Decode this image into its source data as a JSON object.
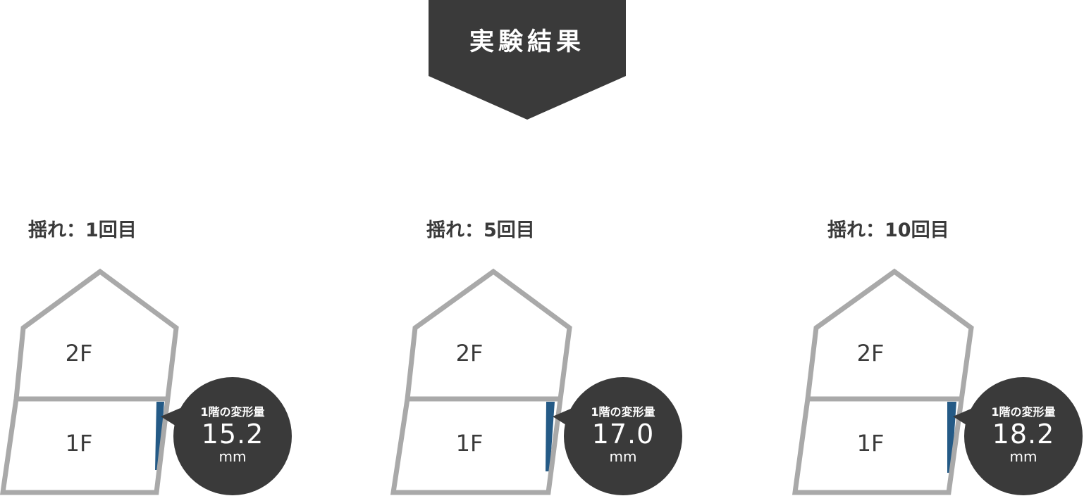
{
  "banner": {
    "title": "実験結果"
  },
  "colors": {
    "dark": "#3a3a3a",
    "outline": "#a9a9a9",
    "deformation": "#245a86"
  },
  "panels": [
    {
      "title": "揺れ：1回目",
      "floor_upper": "2F",
      "floor_lower": "1F",
      "caption": "1階の変形量",
      "value": "15.2",
      "unit": "mm"
    },
    {
      "title": "揺れ：5回目",
      "floor_upper": "2F",
      "floor_lower": "1F",
      "caption": "1階の変形量",
      "value": "17.0",
      "unit": "mm"
    },
    {
      "title": "揺れ：10回目",
      "floor_upper": "2F",
      "floor_lower": "1F",
      "caption": "1階の変形量",
      "value": "18.2",
      "unit": "mm"
    }
  ]
}
